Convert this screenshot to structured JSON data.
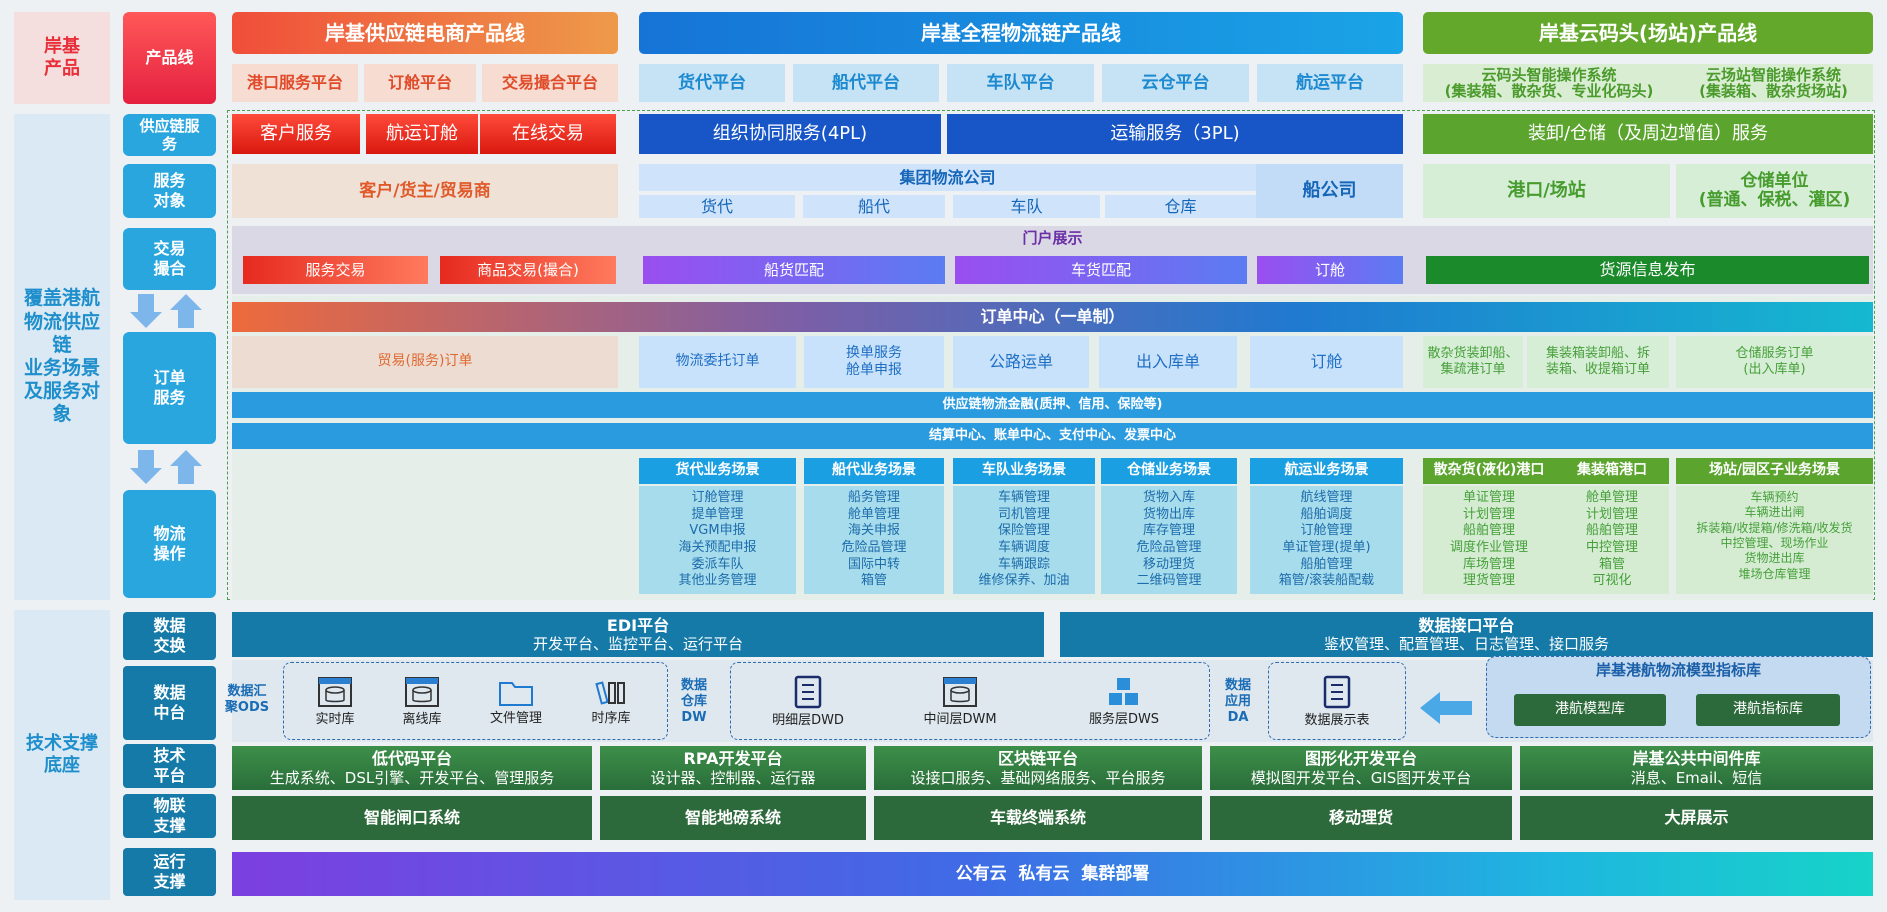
{
  "left_col": {
    "product": "岸基\n产品",
    "business": "覆盖港航\n物流供应\n链\n业务场景\n及服务对\n象",
    "tech": "技术支撑\n底座"
  },
  "categories": {
    "product_line": "产品线",
    "supply_service": "供应链服\n务",
    "service_target": "服务\n对象",
    "trade_match": "交易\n撮合",
    "order_service": "订单\n服务",
    "logistics_ops": "物流\n操作",
    "data_exchange": "数据\n交换",
    "data_center": "数据\n中台",
    "tech_platform": "技术\n平台",
    "iot": "物联\n支撑",
    "ops_support": "运行\n支撑"
  },
  "product_lines": [
    {
      "title": "岸基供应链电商产品线",
      "subs": [
        "港口服务平台",
        "订舱平台",
        "交易撮合平台"
      ]
    },
    {
      "title": "岸基全程物流链产品线",
      "subs": [
        "货代平台",
        "船代平台",
        "车队平台",
        "云仓平台",
        "航运平台"
      ]
    },
    {
      "title": "岸基云码头(场站)产品线",
      "subs": [
        "云码头智能操作系统\n(集装箱、散杂货、专业化码头)",
        "云场站智能操作系统\n(集装箱、散杂货场站)"
      ]
    }
  ],
  "supply_services": {
    "red": [
      "客户服务",
      "航运订舱",
      "在线交易"
    ],
    "blue": [
      "组织协同服务(4PL)",
      "运输服务（3PL)"
    ],
    "green": "装卸/仓储（及周边增值）服务"
  },
  "targets": {
    "tan": "客户/货主/贸易商",
    "group": "集团物流公司",
    "group_subs": [
      "货代",
      "船代",
      "车队",
      "仓库"
    ],
    "shipco": "船公司",
    "port": "港口/场站",
    "warehouse": "仓储单位\n(普通、保税、灌区)"
  },
  "trade": {
    "portal": "门户展示",
    "items": [
      "服务交易",
      "商品交易(撮合)",
      "船货匹配",
      "车货匹配",
      "订舱",
      "货源信息发布"
    ]
  },
  "order": {
    "center": "订单中心（一单制）",
    "items": [
      "贸易(服务)订单",
      "物流委托订单",
      "换单服务\n舱单申报",
      "公路运单",
      "出入库单",
      "订舱",
      "散杂货装卸船、\n集疏港订单",
      "集装箱装卸船、拆\n装箱、收提箱订单",
      "仓储服务订单\n(出入库单)"
    ],
    "finance": "供应链物流金融(质押、信用、保险等)",
    "settlement": "结算中心、账单中心、支付中心、发票中心"
  },
  "scenarios": [
    {
      "title": "货代业务场景",
      "items": "订舱管理\n提单管理\nVGM申报\n海关预配申报\n委派车队\n其他业务管理"
    },
    {
      "title": "船代业务场景",
      "items": "船务管理\n舱单管理\n海关申报\n危险品管理\n国际中转\n箱管"
    },
    {
      "title": "车队业务场景",
      "items": "车辆管理\n司机管理\n保险管理\n车辆调度\n车辆跟踪\n维修保养、加油"
    },
    {
      "title": "仓储业务场景",
      "items": "货物入库\n货物出库\n库存管理\n危险品管理\n移动理货\n二维码管理"
    },
    {
      "title": "航运业务场景",
      "items": "航线管理\n船舶调度\n订舱管理\n单证管理(提单)\n船舶管理\n箱管/滚装船配载"
    },
    {
      "title": "散杂货(液化)港口",
      "items": "单证管理\n计划管理\n船舶管理\n调度作业管理\n库场管理\n理货管理"
    },
    {
      "title": "集装箱港口",
      "items": "舱单管理\n计划管理\n船舶管理\n中控管理\n箱管\n可视化"
    },
    {
      "title": "场站/园区子业务场景",
      "items": "车辆预约\n车辆进出闸\n拆装箱/收提箱/修洗箱/收发货\n中控管理、现场作业\n货物进出库\n堆场仓库管理"
    }
  ],
  "data_exchange": [
    {
      "title": "EDI平台",
      "sub": "开发平台、监控平台、运行平台"
    },
    {
      "title": "数据接口平台",
      "sub": "鉴权管理、配置管理、日志管理、接口服务"
    }
  ],
  "data_center": {
    "ods_label": "数据汇\n聚ODS",
    "ods_items": [
      "实时库",
      "离线库",
      "文件管理",
      "时序库"
    ],
    "dw_label": "数据\n仓库\nDW",
    "dw_items": [
      "明细层DWD",
      "中间层DWM",
      "服务层DWS"
    ],
    "da_label": "数据\n应用\nDA",
    "da_items": [
      "数据展示表"
    ],
    "model": "岸基港航物流模型指标库",
    "model_items": [
      "港航模型库",
      "港航指标库"
    ]
  },
  "tech_platforms": [
    {
      "title": "低代码平台",
      "sub": "生成系统、DSL引擎、开发平台、管理服务"
    },
    {
      "title": "RPA开发平台",
      "sub": "设计器、控制器、运行器"
    },
    {
      "title": "区块链平台",
      "sub": "设接口服务、基础网络服务、平台服务"
    },
    {
      "title": "图形化开发平台",
      "sub": "模拟图开发平台、GIS图开发平台"
    },
    {
      "title": "岸基公共中间件库",
      "sub": "消息、Email、短信"
    }
  ],
  "iot": [
    "智能闸口系统",
    "智能地磅系统",
    "车载终端系统",
    "移动理货",
    "大屏展示"
  ],
  "ops": "公有云  私有云  集群部署"
}
